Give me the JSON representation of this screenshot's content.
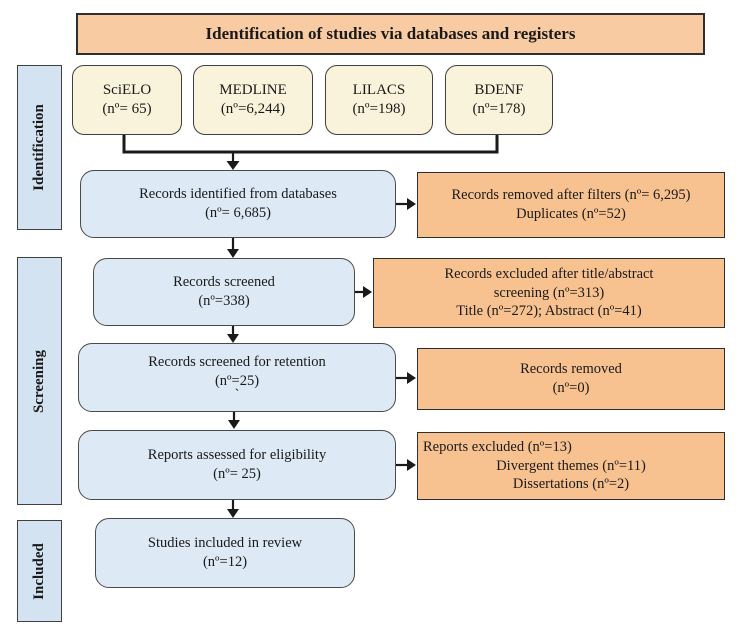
{
  "diagram": {
    "title": "Identification of studies via databases and registers"
  },
  "stages": {
    "identification": "Identification",
    "screening": "Screening",
    "included": "Included"
  },
  "databases": {
    "scielo": {
      "name": "SciELO",
      "count": "(nº= 65)"
    },
    "medline": {
      "name": "MEDLINE",
      "count": "(nº=6,244)"
    },
    "lilacs": {
      "name": "LILACS",
      "count": "(nº=198)"
    },
    "bdenf": {
      "name": "BDENF",
      "count": "(nº=178)"
    }
  },
  "main_boxes": {
    "identified": {
      "line1": "Records identified from databases",
      "line2": "(nº= 6,685)"
    },
    "screened": {
      "line1": "Records screened",
      "line2": "(nº=338)"
    },
    "retention": {
      "line1": "Records screened for retention",
      "line2": "(nº=25)",
      "line3": "`"
    },
    "eligibility": {
      "line1": "Reports assessed for eligibility",
      "line2": "(nº= 25)"
    },
    "included": {
      "line1": "Studies included in review",
      "line2": "(nº=12)"
    }
  },
  "exclusion_boxes": {
    "filters": {
      "line1": "Records removed after filters (nº= 6,295)",
      "line2": "Duplicates (nº=52)"
    },
    "title_abstract": {
      "line1": "Records excluded after title/abstract",
      "line2": "screening (nº=313)",
      "line3": "Title (nº=272); Abstract (nº=41)"
    },
    "removed": {
      "line1": "Records removed",
      "line2": "(nº=0)"
    },
    "reports_excluded": {
      "line1": "Reports excluded (nº=13)",
      "line2": "Divergent themes (nº=11)",
      "line3": "Dissertations (nº=2)"
    }
  },
  "colors": {
    "header_fill": "#F9CBA3",
    "exclusion_fill": "#F7C28F",
    "database_fill": "#FAF3DB",
    "process_fill": "#DDE9F5",
    "stage_fill": "#D3E3F1",
    "border_dark": "#2F2F2F",
    "line": "#1A1A1A"
  }
}
